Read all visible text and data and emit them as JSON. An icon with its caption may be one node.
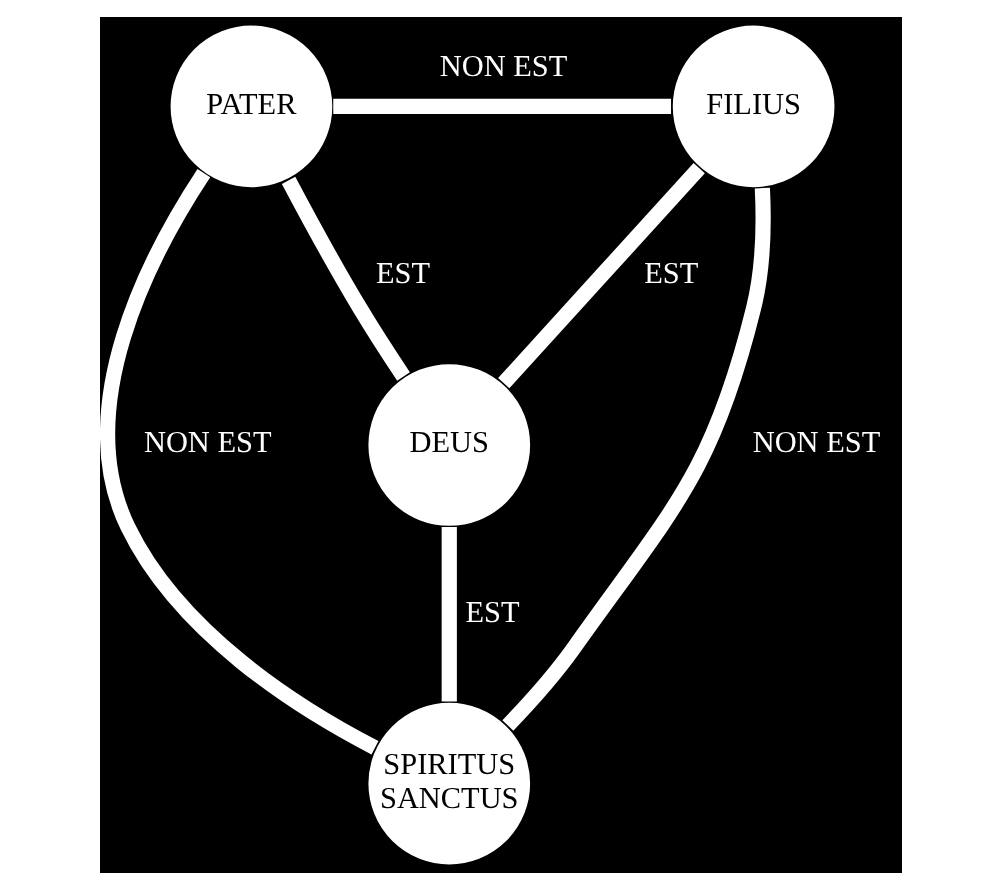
{
  "diagram": {
    "nodes": [
      {
        "text": [
          "PATER"
        ]
      },
      {
        "text": [
          "FILIUS"
        ]
      },
      {
        "text": [
          "DEUS"
        ]
      },
      {
        "text": [
          "SPIRITUS SANCTUS"
        ]
      }
    ],
    "edges": [
      {
        "from": 0,
        "to": 1,
        "arrow": "none",
        "label": "NON EST"
      },
      {
        "from": 0,
        "to": 2,
        "arrow": "none",
        "label": "EST"
      },
      {
        "from": 1,
        "to": 2,
        "arrow": "none",
        "label": "EST"
      },
      {
        "from": 0,
        "to": 3,
        "arrow": "none",
        "label": "NON EST"
      },
      {
        "from": 2,
        "to": 3,
        "arrow": "none",
        "label": "EST"
      },
      {
        "from": 1,
        "to": 3,
        "arrow": "none",
        "label": "NON EST"
      }
    ]
  }
}
